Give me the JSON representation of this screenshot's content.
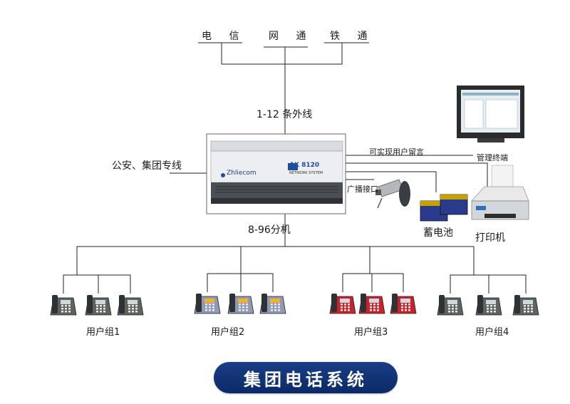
{
  "carriers": [
    "电 信",
    "网 通",
    "铁 通"
  ],
  "trunk_label": "1-12 条外线",
  "private_line_label": "公安、集团专线",
  "extension_label": "8-96分机",
  "pbx": {
    "logo": "Zhliecom",
    "model_badge": "AK 8120",
    "model_sub": "NETWORK SYSTEM"
  },
  "peripherals": {
    "voicemail": "可实现用户留言",
    "terminal": "管理终端",
    "broadcast": "广播接口",
    "battery": "蓄电池",
    "printer": "打印机"
  },
  "user_groups": [
    {
      "label": "用户组1",
      "phone_color": "#5d635d"
    },
    {
      "label": "用户组2",
      "phone_color": "#8e9bb3"
    },
    {
      "label": "用户组3",
      "phone_color": "#c8232c"
    },
    {
      "label": "用户组4",
      "phone_color": "#5d635d"
    }
  ],
  "title": "集团电话系统",
  "colors": {
    "title_bar": "#0b2a66",
    "line": "#222222"
  }
}
